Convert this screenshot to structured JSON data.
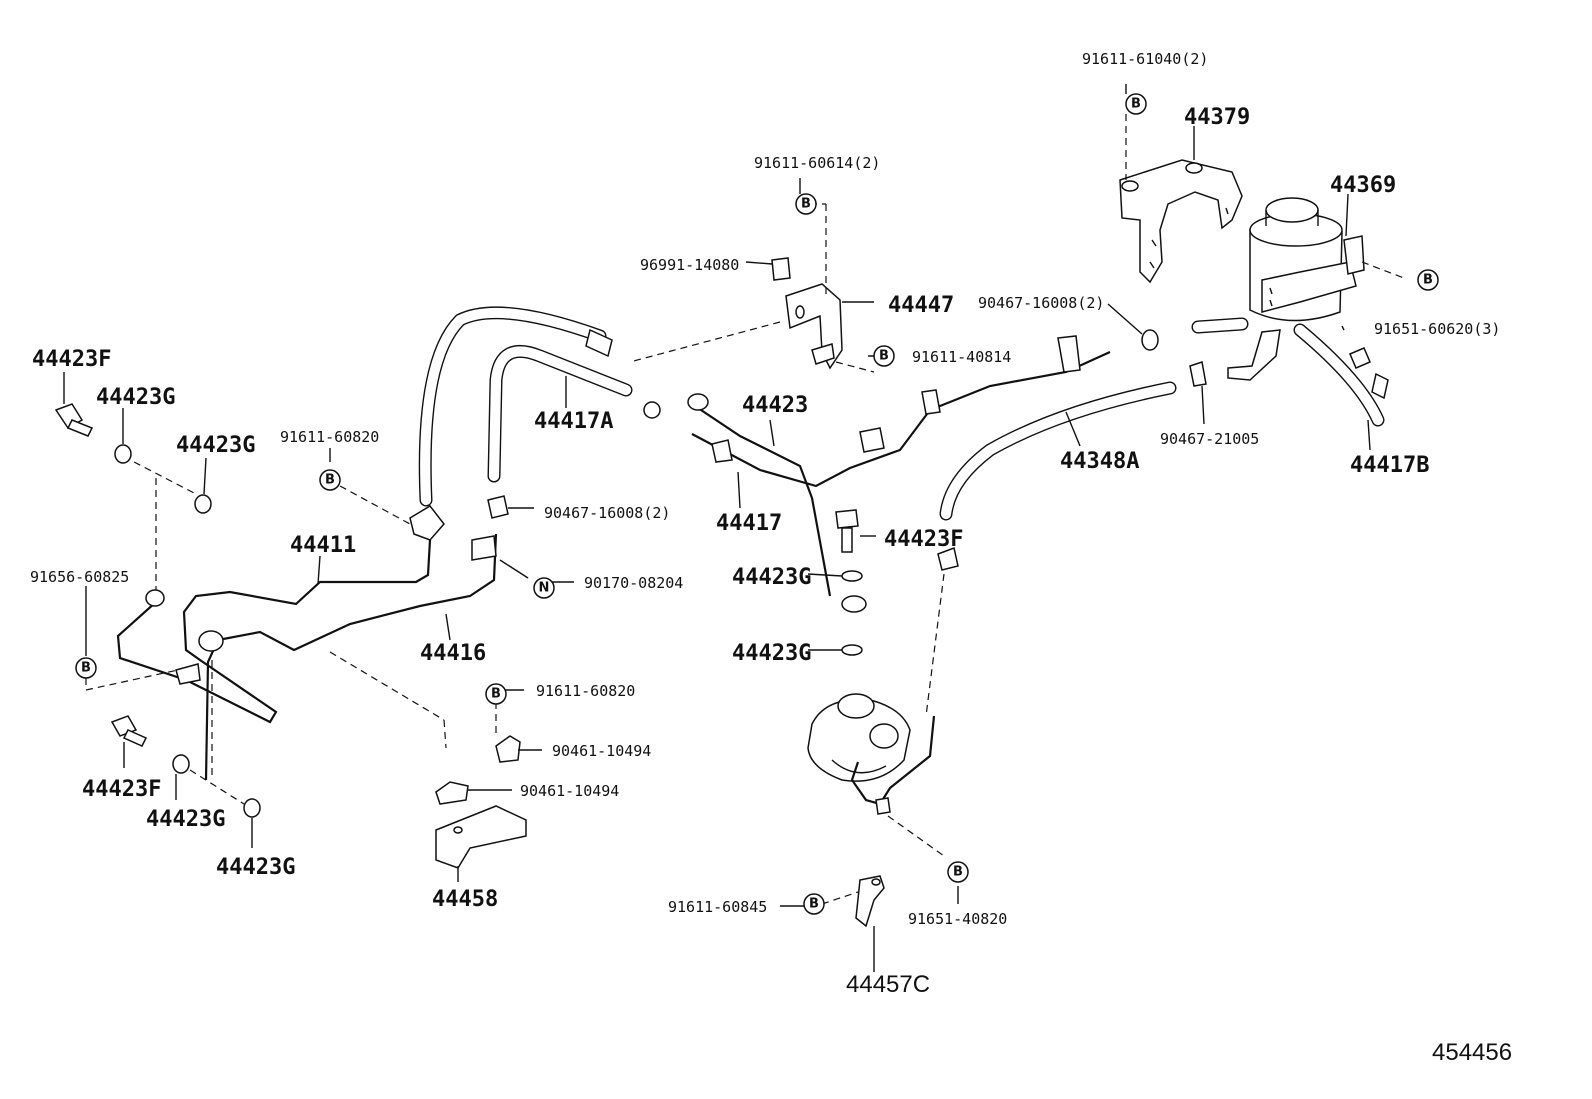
{
  "diagram": {
    "catalog_number": "454456",
    "symbols": {
      "bolt": "B",
      "nut": "N"
    },
    "labels": {
      "p91611_61040": "91611-61040(2)",
      "p44379": "44379",
      "p44369": "44369",
      "p91611_60614": "91611-60614(2)",
      "p96991_14080": "96991-14080",
      "p44447": "44447",
      "p90467_16008_top": "90467-16008(2)",
      "p91651_60620": "91651-60620(3)",
      "p91611_40814": "91611-40814",
      "p44423F_top": "44423F",
      "p44423G_a": "44423G",
      "p44423G_b": "44423G",
      "p91611_60820_a": "91611-60820",
      "p44417A": "44417A",
      "p44423": "44423",
      "p44348A": "44348A",
      "p90467_21005": "90467-21005",
      "p44417B": "44417B",
      "p44417": "44417",
      "p90467_16008_mid": "90467-16008(2)",
      "p44411": "44411",
      "p44423F_mid": "44423F",
      "p90170_08204": "90170-08204",
      "p44423G_c": "44423G",
      "p91656_60825": "91656-60825",
      "p44416": "44416",
      "p44423G_d": "44423G",
      "p91611_60820_b": "91611-60820",
      "p90461_10494_a": "90461-10494",
      "p90461_10494_b": "90461-10494",
      "p44423F_bot": "44423F",
      "p44423G_e": "44423G",
      "p44423G_f": "44423G",
      "p44458": "44458",
      "p91611_60845": "91611-60845",
      "p91651_40820": "91651-40820",
      "p44457C": "44457C"
    }
  }
}
